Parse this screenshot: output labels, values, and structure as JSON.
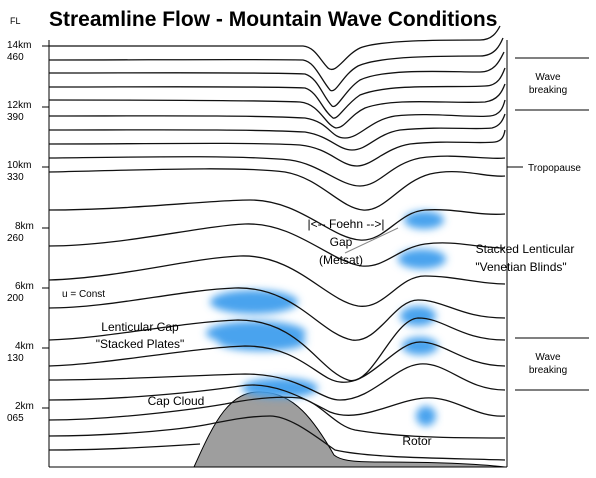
{
  "title": "Streamline Flow - Mountain Wave Conditions",
  "fl_header": "FL",
  "altitude_labels": [
    {
      "km": "14km",
      "fl": "460"
    },
    {
      "km": "12km",
      "fl": "390"
    },
    {
      "km": "10km",
      "fl": "330"
    },
    {
      "km": "8km",
      "fl": "260"
    },
    {
      "km": "6km",
      "fl": "200"
    },
    {
      "km": "4km",
      "fl": "130"
    },
    {
      "km": "2km",
      "fl": "065"
    }
  ],
  "annotations": {
    "u_const": "u = Const",
    "foehn_gap_1": "|<-- Foehn -->|",
    "foehn_gap_2": "Gap",
    "foehn_gap_3": "(Metsat)",
    "stacked_lenticular_1": "Stacked Lenticular",
    "stacked_lenticular_2": "\"Venetian Blinds\"",
    "lenticular_cap_1": "Lenticular Cap",
    "lenticular_cap_2": "\"Stacked Plates\"",
    "cap_cloud": "Cap Cloud",
    "rotor": "Rotor"
  },
  "right_labels": {
    "wave_breaking_top_1": "Wave",
    "wave_breaking_top_2": "breaking",
    "tropopause": "Tropopause",
    "wave_breaking_bottom_1": "Wave",
    "wave_breaking_bottom_2": "breaking"
  },
  "colors": {
    "cloud": "#4aa3ee",
    "mountain": "#9e9e9e",
    "line": "#111111"
  }
}
